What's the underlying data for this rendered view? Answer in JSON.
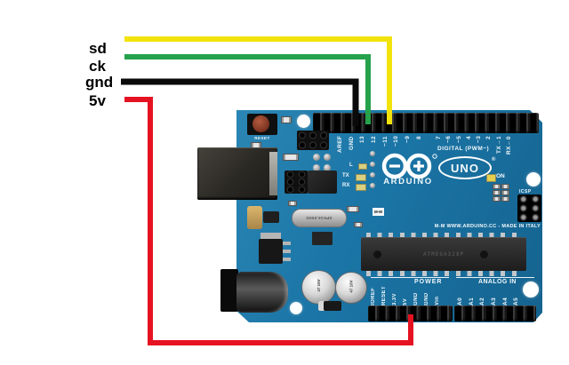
{
  "wires": {
    "sd": {
      "label": "sd",
      "color": "#f2e30d"
    },
    "ck": {
      "label": "ck",
      "color": "#25a24b"
    },
    "gnd": {
      "label": "gnd",
      "color": "#0a0a0a"
    },
    "v5": {
      "label": "5v",
      "color": "#e51222"
    }
  },
  "board": {
    "pcb_color": "#1b76a7",
    "digital": {
      "caption": "DIGITAL (PWM~)",
      "pins_group_a": [
        "AREF",
        "GND",
        "13",
        "12",
        "~11",
        "~10",
        "~9",
        "8"
      ],
      "pins_group_b": [
        "7",
        "~6",
        "~5",
        "4",
        "~3",
        "2",
        "TX→1",
        "RX←0"
      ]
    },
    "power": {
      "caption": "POWER",
      "pins": [
        "IOREF",
        "RESET",
        "3.3V",
        "5V",
        "GND",
        "GND",
        "Vin"
      ]
    },
    "analog": {
      "caption": "ANALOG IN",
      "pins": [
        "A0",
        "A1",
        "A2",
        "A3",
        "A4",
        "A5"
      ]
    },
    "branding": {
      "logo_text": "ARDUINO",
      "model": "UNO",
      "registered": "®",
      "made_in": "M-M WWW.ARDUINO.CC - MADE IN ITALY"
    },
    "labels": {
      "reset": "RESET",
      "on": "ON",
      "icsp": "ICSP",
      "l_led": "L",
      "tx_led": "TX",
      "rx_led": "RX",
      "mm": "M-M"
    },
    "markings": {
      "crystal": "SPK16.000G",
      "mcu": "ATMEGA328P",
      "capacitor": "47 16V"
    }
  }
}
